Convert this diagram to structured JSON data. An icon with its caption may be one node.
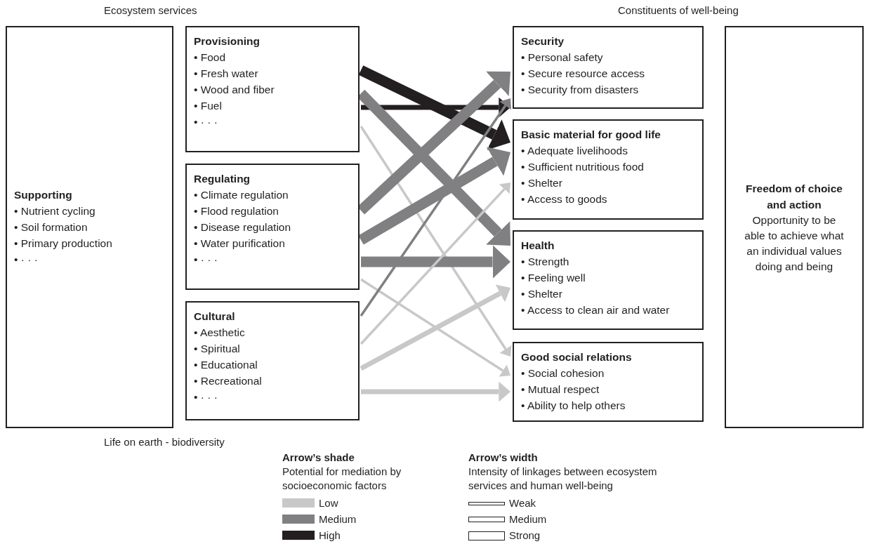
{
  "diagram": {
    "nodes": [
      {
        "text": [
          "Supporting",
          "• Nutrient cycling",
          "• Soil formation",
          "• Primary production",
          "• · · ·"
        ]
      },
      {
        "text": [
          "Provisioning",
          "• Food",
          "• Fresh water",
          "• Wood and fiber",
          "• Fuel",
          "• · · ·"
        ]
      },
      {
        "text": [
          "Regulating",
          "• Climate regulation",
          "• Flood regulation",
          "• Disease regulation",
          "• Water purification",
          "• · · ·"
        ]
      },
      {
        "text": [
          "Cultural",
          "• Aesthetic",
          "• Spiritual",
          "• Educational",
          "• Recreational",
          "• · · ·"
        ]
      },
      {
        "text": [
          "Security",
          "• Personal safety",
          "• Secure resource access",
          "• Security from disasters"
        ]
      },
      {
        "text": [
          "Basic material for good life",
          "• Adequate livelihoods",
          "• Sufficient nutritious food",
          "• Shelter",
          "• Access to goods"
        ]
      },
      {
        "text": [
          "Health",
          "• Strength",
          "• Feeling well",
          "• Shelter",
          "• Access to clean air and water"
        ]
      },
      {
        "text": [
          "Good social relations",
          "• Social cohesion",
          "• Mutual respect",
          "• Ability to help others"
        ]
      },
      {
        "text": [
          "Freedom of choice and action",
          "Opportunity to be able to achieve what an individual values doing and being"
        ]
      }
    ],
    "edges": [
      {
        "from": 1,
        "to": 4,
        "arrow": "to",
        "color": "#231f20"
      },
      {
        "from": 1,
        "to": 5,
        "arrow": "to",
        "color": "#231f20",
        "style": "thick"
      },
      {
        "from": 1,
        "to": 6,
        "arrow": "to",
        "color": "#808083",
        "style": "thick"
      },
      {
        "from": 1,
        "to": 7,
        "arrow": "to",
        "color": "#c8c8c9"
      },
      {
        "from": 2,
        "to": 4,
        "arrow": "to",
        "color": "#808083",
        "style": "thick"
      },
      {
        "from": 2,
        "to": 5,
        "arrow": "to",
        "color": "#808083",
        "style": "thick"
      },
      {
        "from": 2,
        "to": 6,
        "arrow": "to",
        "color": "#808083",
        "style": "thick"
      },
      {
        "from": 2,
        "to": 7,
        "arrow": "to",
        "color": "#c8c8c9"
      },
      {
        "from": 3,
        "to": 4,
        "arrow": "to",
        "color": "#808083"
      },
      {
        "from": 3,
        "to": 5,
        "arrow": "to",
        "color": "#c8c8c9"
      },
      {
        "from": 3,
        "to": 6,
        "arrow": "to",
        "color": "#c8c8c9"
      },
      {
        "from": 3,
        "to": 7,
        "arrow": "to",
        "color": "#c8c8c9"
      }
    ],
    "labels": [
      "Ecosystem services",
      "Constituents of well-being",
      "Life on earth - biodiversity",
      "Arrow’s shade",
      "Potential for mediation by socioeconomic factors",
      "Arrow’s width",
      "Intensity of linkages between ecosystem services and human well-being"
    ],
    "legend": [
      {
        "text": "Low",
        "color": "#c8c8c9"
      },
      {
        "text": "Medium",
        "color": "#808083"
      },
      {
        "text": "High",
        "color": "#231f20"
      },
      {
        "text": "Weak"
      },
      {
        "text": "Medium"
      },
      {
        "text": "Strong"
      }
    ]
  }
}
